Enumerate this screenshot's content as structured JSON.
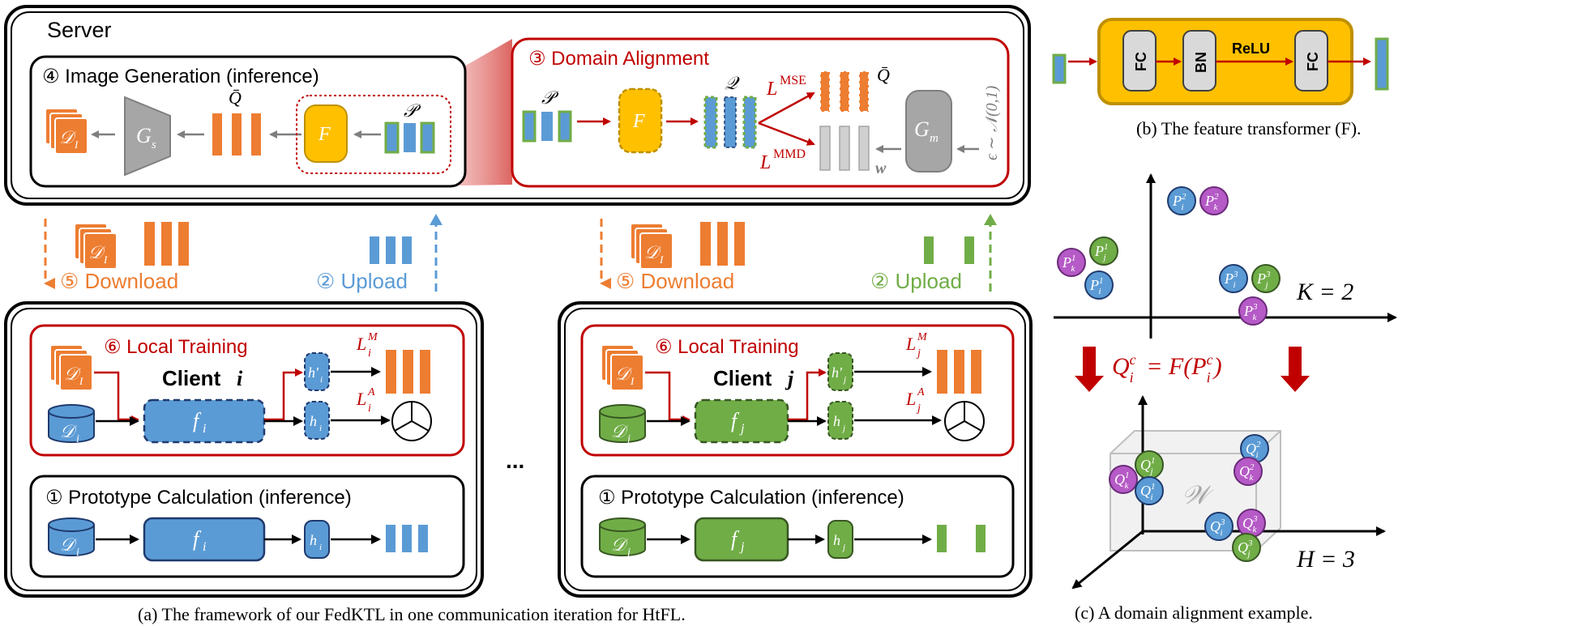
{
  "colors": {
    "orange": "#ED7D31",
    "blue": "#5B9BD5",
    "green": "#70AD47",
    "red": "#C00000",
    "gray": "#A6A6A6",
    "yellow": "#FFC000",
    "purple": "#B55AC6",
    "navy": "#1F3A6E"
  },
  "server": {
    "title": "Server",
    "image_generation": {
      "title": "④ Image Generation (inference)",
      "generator": "G_s",
      "dataset": "𝒟_I",
      "feature": "F",
      "qbar": "Q̄",
      "prototypes": "𝒫"
    },
    "domain_alignment": {
      "title": "③ Domain Alignment",
      "p_label": "𝒫",
      "f_label": "F",
      "q_label": "𝒬",
      "l_mse": "MSE",
      "l_mmd": "MMD",
      "l_base": "L",
      "qbar": "Q̄",
      "w_label": "w",
      "gm": "G_m",
      "noise": "ϵ ∼ 𝒩(0,1)"
    }
  },
  "transfer": {
    "download": "⑤ Download",
    "upload": "② Upload"
  },
  "clients": [
    {
      "local_training": "⑥ Local Training",
      "client_label": "Client",
      "client_id": "i",
      "dataset": "𝒟_I",
      "local_data": "𝒟_i",
      "model": "f_i",
      "head_prime": "h'_i",
      "head": "h_i",
      "loss_m": "L_i^M",
      "loss_a": "L_i^A",
      "prototype_calc": "① Prototype Calculation (inference)"
    },
    {
      "local_training": "⑥ Local Training",
      "client_label": "Client",
      "client_id": "j",
      "dataset": "𝒟_I",
      "local_data": "𝒟_j",
      "model": "f_j",
      "head_prime": "h'_j",
      "head": "h_j",
      "loss_m": "L_j^M",
      "loss_a": "L_j^A",
      "prototype_calc": "① Prototype Calculation (inference)"
    }
  ],
  "ellipsis": "...",
  "caption_a": "(a) The framework of our FedKTL in one communication iteration for HtFL.",
  "feature_transformer": {
    "fc1": "FC",
    "bn": "BN",
    "relu": "ReLU",
    "fc2": "FC",
    "caption": "(b) The feature transformer (F)."
  },
  "example": {
    "k_label": "K = 2",
    "h_label": "H = 3",
    "map": "Q_i^c = F(P_i^c)",
    "w_label": "𝒲",
    "caption": "(c) A domain alignment example.",
    "p_points": [
      {
        "label": "P_i^2",
        "color": "blue"
      },
      {
        "label": "P_k^2",
        "color": "purple"
      },
      {
        "label": "P_k^1",
        "color": "purple"
      },
      {
        "label": "P_j^1",
        "color": "green"
      },
      {
        "label": "P_i^1",
        "color": "blue"
      },
      {
        "label": "P_i^3",
        "color": "blue"
      },
      {
        "label": "P_j^3",
        "color": "green"
      },
      {
        "label": "P_k^3",
        "color": "purple"
      }
    ],
    "q_points": [
      {
        "label": "Q_i^2",
        "color": "blue"
      },
      {
        "label": "Q_k^2",
        "color": "purple"
      },
      {
        "label": "Q_j^1",
        "color": "green"
      },
      {
        "label": "Q_k^1",
        "color": "purple"
      },
      {
        "label": "Q_i^1",
        "color": "blue"
      },
      {
        "label": "Q_i^3",
        "color": "blue"
      },
      {
        "label": "Q_k^3",
        "color": "purple"
      },
      {
        "label": "Q_j^3",
        "color": "green"
      }
    ]
  }
}
